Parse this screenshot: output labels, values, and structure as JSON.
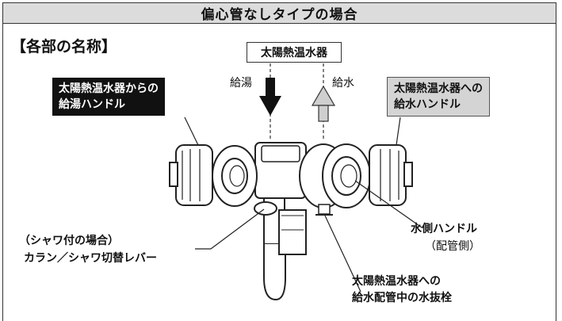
{
  "header": {
    "title": "偏心管なしタイプの場合"
  },
  "section": {
    "title": "【各部の名称】"
  },
  "labels": {
    "solar_heater": "太陽熱温水器",
    "hot_supply": "給湯",
    "water_supply": "給水",
    "hot_handle_line1": "太陽熱温水器からの",
    "hot_handle_line2": "給湯ハンドル",
    "cold_handle_line1": "太陽熱温水器への",
    "cold_handle_line2": "給水ハンドル",
    "water_handle": "水側ハンドル",
    "water_handle_note": "（配管側）",
    "lever_line1": "（シャワ付の場合）",
    "lever_line2": "カラン／シャワ切替レバー",
    "drain_line1": "太陽熱温水器への",
    "drain_line2": "給水配管中の水抜栓"
  },
  "colors": {
    "header_bg": "#dcdcdc",
    "dark_callout": "#111111",
    "grey_callout": "#d4d4d4",
    "hot_arrow": "#111111",
    "cold_arrow": "#cfcfcf"
  }
}
